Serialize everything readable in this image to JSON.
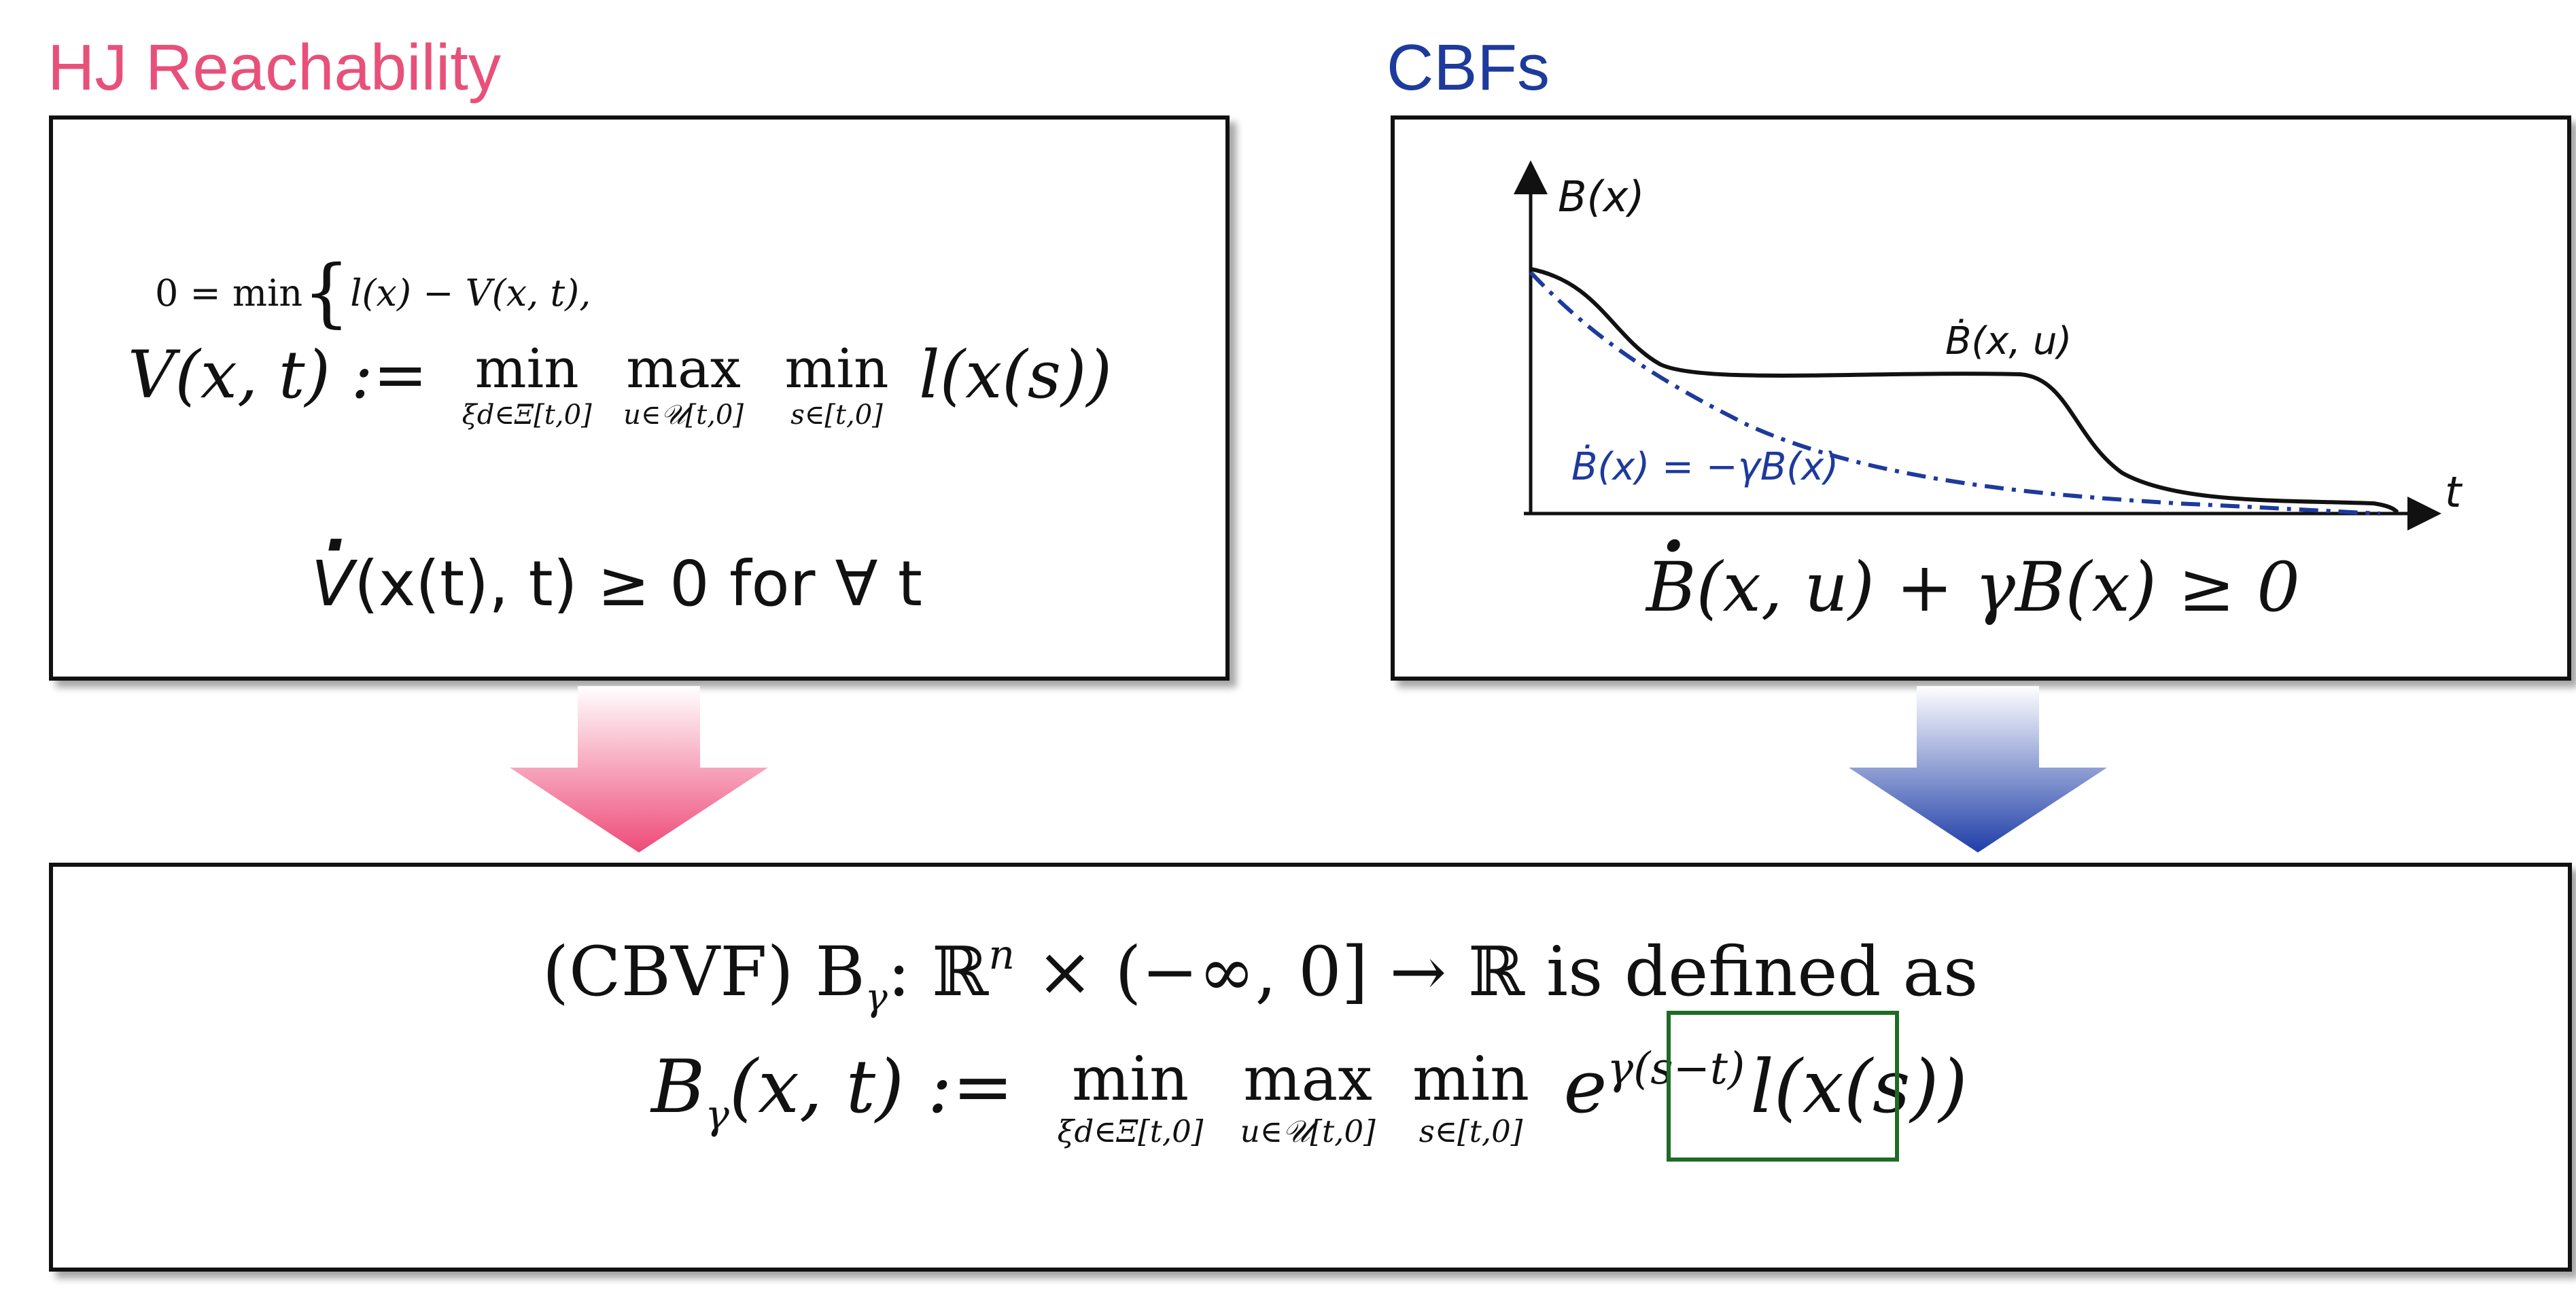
{
  "hj": {
    "title": "HJ Reachability",
    "eq1_prefix": "0 = min",
    "eq1_body": "l(x) − V(x, t),",
    "eq2_lhs": "V(x, t) :=",
    "min1": "min",
    "min1_sub": "ξd∈Ξ[t,0]",
    "max1": "max",
    "max1_sub": "u∈𝒰[t,0]",
    "min2": "min",
    "min2_sub": "s∈[t,0]",
    "eq2_rhs": "l(x(s))",
    "condition_var": "V",
    "condition_rest": "(x(t), t) ≥ 0 for ∀ t"
  },
  "cbf": {
    "title": "CBFs",
    "axis_y_label": "B(x)",
    "axis_x_label": "t",
    "curve_label": "Ḃ(x, u)",
    "dashed_label": "Ḃ(x) = −γB(x)",
    "condition_var": "B",
    "condition_rest": "(x, u) +  γB(x) ≥ 0"
  },
  "cbvf": {
    "line1": "(CBVF) B",
    "line1_sub": "γ",
    "line1_rest": ": ℝ",
    "line1_sup": "n",
    "line1_tail": " × (−∞, 0] → ℝ is defined as",
    "lhs": "B",
    "lhs_sub": "γ",
    "lhs_rest": "(x, t) :=",
    "min1": "min",
    "min1_sub": "ξd∈Ξ[t,0]",
    "max1": "max",
    "max1_sub": "u∈𝒰[t,0]",
    "min2": "min",
    "min2_sub": "s∈[t,0]",
    "exp_base": "e",
    "exp_power": "γ(s−t)",
    "tail": "l(x(s))"
  },
  "colors": {
    "hj_accent": "#e8507a",
    "cbf_accent": "#1d3a9c",
    "highlight_box": "#1f6a26"
  }
}
